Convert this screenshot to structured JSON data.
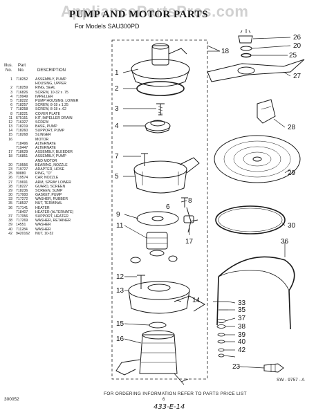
{
  "watermark": "AppliancePartsPros.com",
  "header": {
    "title": "PUMP AND MOTOR PARTS",
    "subtitle": "For Models SAU300PD"
  },
  "parts_table": {
    "head_illus": "Illus.",
    "head_part": "Part",
    "head_no1": "No.",
    "head_no2": "No.",
    "head_desc": "DESCRIPTION",
    "rows": [
      {
        "no": "1",
        "part": "718252",
        "desc": "ASSEMBLY, PUMP"
      },
      {
        "no": "",
        "part": "",
        "desc": "HOUSING, UPPER"
      },
      {
        "no": "2",
        "part": "718259",
        "desc": "RING, SEAL"
      },
      {
        "no": "3",
        "part": "716826",
        "desc": "SCREW, 10-32 x .75"
      },
      {
        "no": "4",
        "part": "719949",
        "desc": "IMPELLER"
      },
      {
        "no": "5",
        "part": "718222",
        "desc": "PUMP HOUSING, LOWER"
      },
      {
        "no": "6",
        "part": "718257",
        "desc": "SCREW, 8-18 x 1.25"
      },
      {
        "no": "7",
        "part": "718258",
        "desc": "SCREW, 8-18 x .62"
      },
      {
        "no": "8",
        "part": "718221",
        "desc": "COVER PLATE"
      },
      {
        "no": "11",
        "part": "675151",
        "desc": "KIT, IMPELLER DRAIN"
      },
      {
        "no": "12",
        "part": "716327",
        "desc": "SCREW"
      },
      {
        "no": "13",
        "part": "718219",
        "desc": "BASE, PUMP"
      },
      {
        "no": "14",
        "part": "718260",
        "desc": "SUPPORT, PUMP"
      },
      {
        "no": "15",
        "part": "718268",
        "desc": "SLINGER"
      },
      {
        "no": "16",
        "part": "",
        "desc": "MOTOR"
      },
      {
        "no": "",
        "part": "718496",
        "desc": "ALTERNATE"
      },
      {
        "no": "",
        "part": "719447",
        "desc": "ALTERNATE"
      },
      {
        "no": "17",
        "part": "718629",
        "desc": "ASSEMBLY, BLEEDER"
      },
      {
        "no": "18",
        "part": "716851",
        "desc": "ASSEMBLY, PUMP"
      },
      {
        "no": "",
        "part": "",
        "desc": "AND MOTOR"
      },
      {
        "no": "20",
        "part": "719556",
        "desc": "BEARING, NOZZLE"
      },
      {
        "no": "23",
        "part": "719727",
        "desc": "ADAPTER, HOSE"
      },
      {
        "no": "25",
        "part": "90880",
        "desc": "RING, \"O\""
      },
      {
        "no": "26",
        "part": "719574",
        "desc": "CAP, NOZZLE"
      },
      {
        "no": "27",
        "part": "719691",
        "desc": "ARM, SPRAY LOWER"
      },
      {
        "no": "28",
        "part": "718227",
        "desc": "GUARD, SCREEN"
      },
      {
        "no": "29",
        "part": "718236",
        "desc": "SCREEN, SUMP"
      },
      {
        "no": "30",
        "part": "717000",
        "desc": "GASKET, PUMP"
      },
      {
        "no": "33",
        "part": "717272",
        "desc": "WASHER, RUBBER"
      },
      {
        "no": "35",
        "part": "718537",
        "desc": "NUT, TERMINAL"
      },
      {
        "no": "36",
        "part": "717141",
        "desc": "HEATER"
      },
      {
        "no": "",
        "part": "718407",
        "desc": "HEATER (ALTERNATE)"
      },
      {
        "no": "37",
        "part": "717056",
        "desc": "SUPPORT, HEATER"
      },
      {
        "no": "38",
        "part": "717269",
        "desc": "WASHER, RETAINER"
      },
      {
        "no": "39",
        "part": "14551",
        "desc": "WASHER"
      },
      {
        "no": "40",
        "part": "711284",
        "desc": "WASHER"
      },
      {
        "no": "42",
        "part": "9420162",
        "desc": "NUT, 10-32"
      }
    ]
  },
  "callouts": [
    "1",
    "2",
    "3",
    "4",
    "5",
    "6",
    "7",
    "8",
    "9",
    "11",
    "12",
    "13",
    "14",
    "15",
    "16",
    "17",
    "18",
    "20",
    "25",
    "26",
    "27",
    "28",
    "29",
    "30",
    "33",
    "35",
    "36",
    "37",
    "38",
    "39",
    "40",
    "42",
    "23"
  ],
  "drawing_code": "SW - 9757 - A",
  "footer_note": "FOR ORDERING INFORMATION REFER TO PARTS PRICE LIST",
  "doc_code": "300052",
  "page_number": "6",
  "handwritten_note": "433-E-14"
}
